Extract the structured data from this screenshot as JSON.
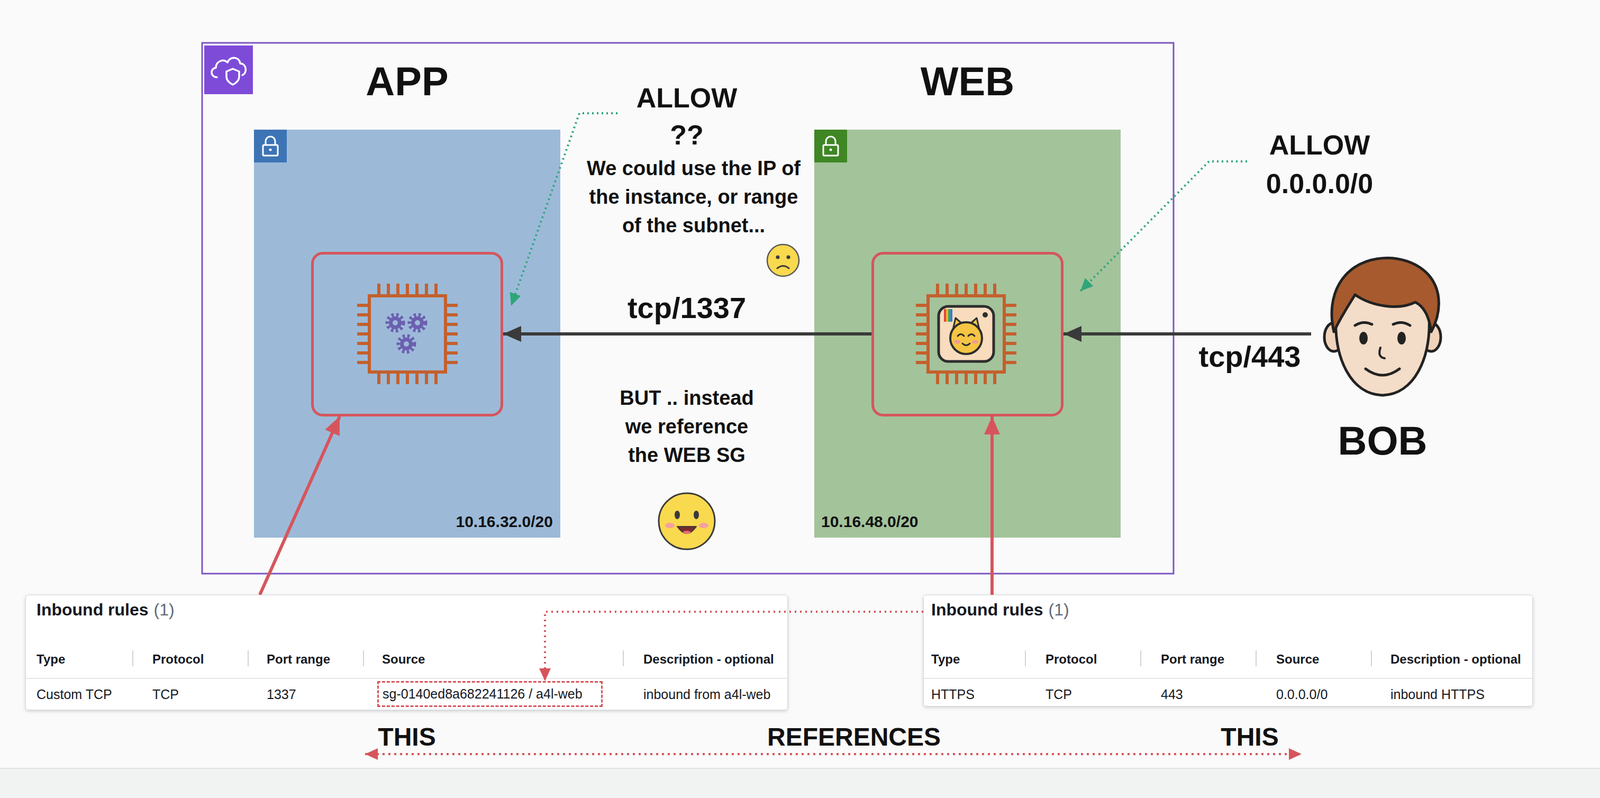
{
  "diagram": {
    "nodes": [
      {
        "text": [
          "APP",
          "10.16.32.0/20"
        ]
      },
      {
        "text": [],
        "in": 0
      },
      {
        "text": [
          "WEB",
          "10.16.48.0/20"
        ]
      },
      {
        "text": [],
        "in": 2
      },
      {
        "text": [
          "BOB"
        ]
      },
      {
        "text": [
          "Inbound rules",
          "(1)",
          "Type",
          "Protocol",
          "Port range",
          "Source",
          "Description - optional",
          "Custom TCP",
          "TCP",
          "1337",
          "inbound from a4l-web"
        ]
      },
      {
        "text": [
          "sg-0140ed8a682241126 / a4l-web"
        ],
        "in": 5
      },
      {
        "text": [
          "Inbound rules",
          "(1)",
          "Type",
          "Protocol",
          "Port range",
          "Source",
          "Description - optional",
          "HTTPS",
          "TCP",
          "443",
          "0.0.0.0/0",
          "inbound HTTPS"
        ]
      }
    ],
    "edges": [
      {
        "from": 3,
        "to": 1,
        "label": "tcp/1337",
        "arrow": "to"
      },
      {
        "from": 4,
        "to": 3,
        "label": "tcp/443",
        "arrow": "to"
      },
      {
        "from": 5,
        "to": 1,
        "arrow": "to"
      },
      {
        "from": 7,
        "to": 3,
        "arrow": "to"
      },
      {
        "from": 7,
        "to": 6,
        "arrow": "to"
      }
    ],
    "labels": [
      "ALLOW ??",
      "We could use the IP of the instance, or range of the subnet...",
      "BUT .. instead we reference the WEB SG",
      "ALLOW 0.0.0.0/0",
      "THIS",
      "REFERENCES",
      "THIS"
    ]
  }
}
